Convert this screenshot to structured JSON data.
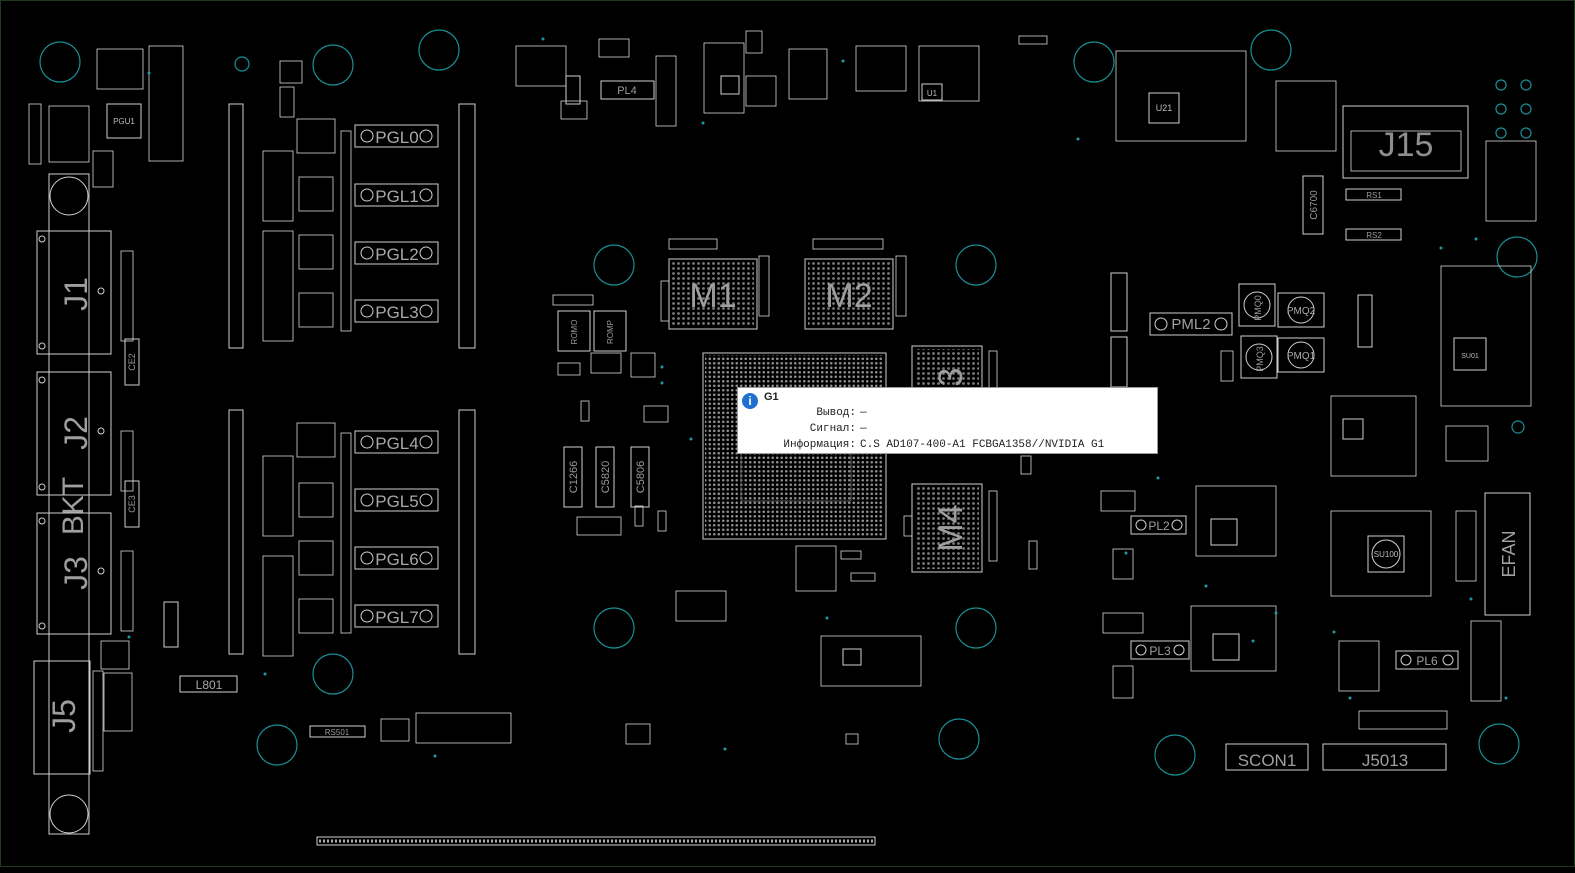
{
  "board": {
    "connectors": {
      "j1": "J1",
      "j2": "J2",
      "bkt": "BKT",
      "j3": "J3",
      "j5": "J5",
      "j15": "J15",
      "sfan": "EFAN",
      "scon": "SCON1",
      "j5013": "J5013"
    },
    "memory": {
      "m1": "M1",
      "m2": "M2",
      "m3": "3",
      "m4": "M4"
    },
    "chokes": [
      "PGL0",
      "PGL1",
      "PGL2",
      "PGL3",
      "PGL4",
      "PGL5",
      "PGL6",
      "PGL7"
    ],
    "parts": {
      "pl4": "PL4",
      "pl2": "PL2",
      "pl3": "PL3",
      "pl6": "PL6",
      "pml2": "PML2",
      "pmq1": "PMQ1",
      "pmq2": "PMQ2",
      "pmq3": "PMQ3",
      "pmq0": "PMQ0",
      "l801": "L801",
      "rs501": "RS501",
      "rs1": "RS1",
      "rs2": "RS2",
      "su100": "SU100",
      "pgu1": "PGU1",
      "u21": "U21",
      "u1": "U1",
      "su01": "SU01",
      "c6700": "C6700",
      "c1266": "C1266",
      "c5820": "C5820",
      "c5806": "C5806",
      "romo": "ROMO",
      "romp": "ROMP",
      "ce2": "CE2",
      "ce3": "CE3"
    }
  },
  "tooltip": {
    "title": "G1",
    "rows": [
      {
        "label": "Вывод:",
        "value": "—"
      },
      {
        "label": "Сигнал:",
        "value": "—"
      },
      {
        "label": "Информация:",
        "value": "C.S AD107-400-A1 FCBGA1358//NVIDIA G1"
      }
    ]
  }
}
